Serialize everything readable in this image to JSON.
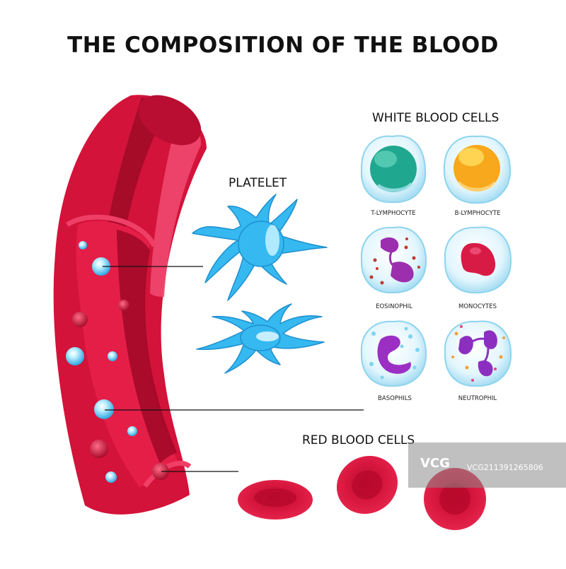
{
  "title": "THE COMPOSITION OF THE BLOOD",
  "sections": {
    "platelet": "PLATELET",
    "white_blood_cells": "WHITE BLOOD CELLS",
    "red_blood_cells": "RED BLOOD CELLS"
  },
  "white_cells": [
    {
      "label": "T-LYMPHOCYTE",
      "nucleus_color": "#1fa88f"
    },
    {
      "label": "B-LYMPHOCYTE",
      "nucleus_color": "#f7a81c"
    },
    {
      "label": "EOSINOPHIL",
      "nucleus_color": "#9b2fae"
    },
    {
      "label": "MONOCYTES",
      "nucleus_color": "#d81b45"
    },
    {
      "label": "BASOPHILS",
      "nucleus_color": "#9b2fc4"
    },
    {
      "label": "NEUTROPHIL",
      "nucleus_color": "#8c2fc0"
    }
  ],
  "colors": {
    "vessel": "#c8102e",
    "platelet": "#35b9f0",
    "red_cell": "#d6143a",
    "cell_membrane": "#cfeef9"
  },
  "watermark": {
    "brand": "VCG",
    "id": "VCG211391265806"
  }
}
